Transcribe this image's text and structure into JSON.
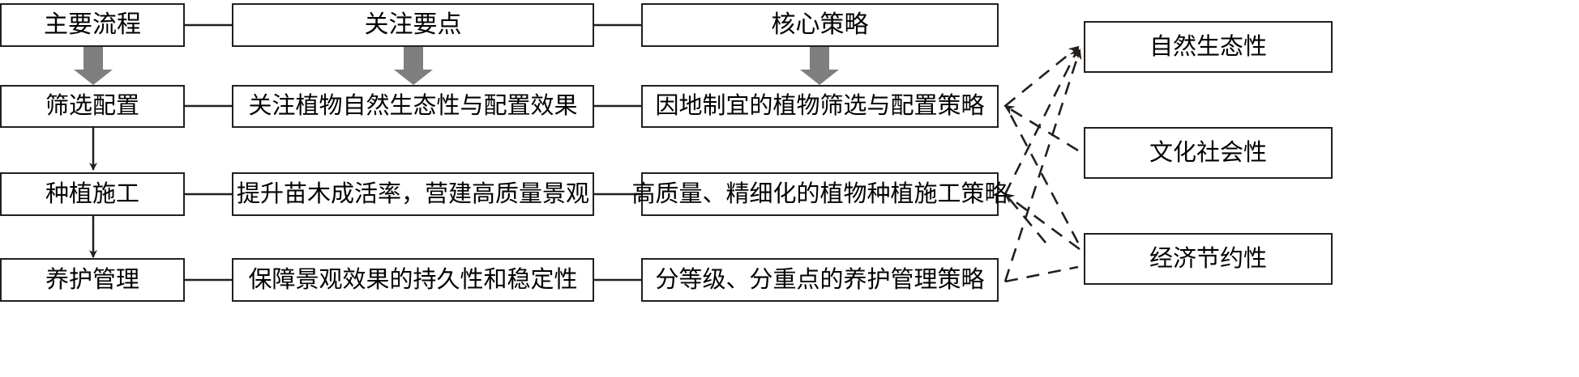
{
  "diagram": {
    "title_row": {
      "col1": "主要流程",
      "col2": "关注要点",
      "col3": "核心策略"
    },
    "rows": [
      {
        "process": "筛选配置",
        "focus": "关注植物自然生态性与配置效果",
        "strategy": "因地制宜的植物筛选与配置策略"
      },
      {
        "process": "种植施工",
        "focus": "提升苗木成活率，营建高质量景观",
        "strategy": "高质量、精细化的植物种植施工策略"
      },
      {
        "process": "养护管理",
        "focus": "保障景观效果的持久性和稳定性",
        "strategy": "分等级、分重点的养护管理策略"
      }
    ],
    "properties": [
      "自然生态性",
      "文化社会性",
      "经济节约性"
    ],
    "colors": {
      "stroke": "#231f1c",
      "gray_arrow": "#7f7f7f",
      "background": "#ffffff",
      "text": "#000000"
    }
  }
}
